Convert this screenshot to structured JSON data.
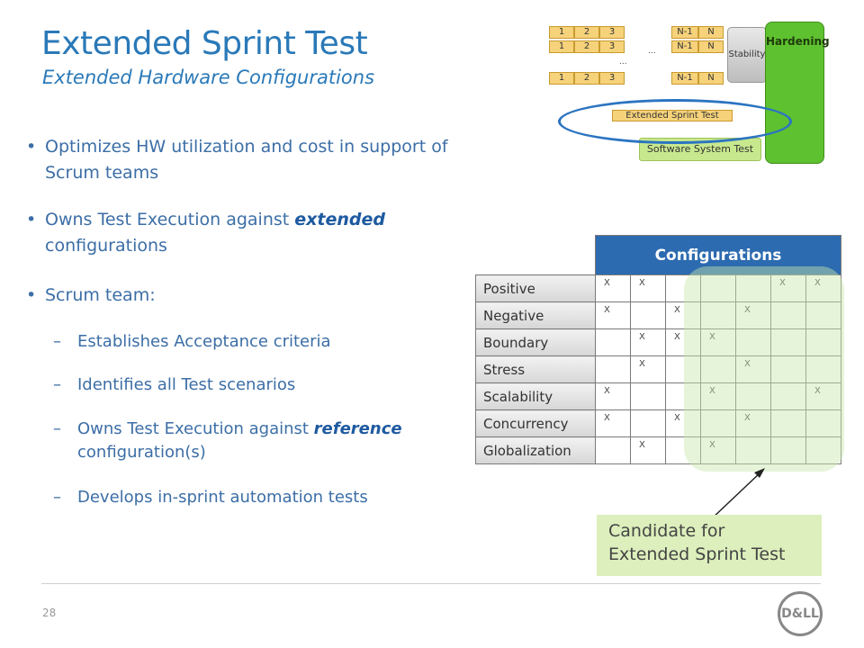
{
  "title": "Extended Sprint Test",
  "subtitle": "Extended Hardware Configurations",
  "bullets": [
    {
      "text": "Optimizes HW utilization and cost in support of Scrum teams"
    },
    {
      "pre": "Owns Test Execution against ",
      "emph": "extended",
      "post": " configurations"
    },
    {
      "text": "Scrum team:"
    }
  ],
  "sub_bullets": [
    {
      "text": "Establishes Acceptance criteria"
    },
    {
      "text": "Identifies all Test scenarios"
    },
    {
      "pre": "Owns Test Execution against ",
      "emph": "reference",
      "post": " configuration(s)"
    },
    {
      "text": "Develops in-sprint automation tests"
    }
  ],
  "diagram": {
    "sprint_labels": [
      "1",
      "2",
      "3",
      "N-1",
      "N"
    ],
    "ellipsis": "...",
    "stability": "Stability",
    "hardening": "Hardening",
    "extended_sprint_test": "Extended Sprint Test",
    "software_system_test": "Software System Test"
  },
  "table": {
    "header": "Configurations",
    "rows": [
      {
        "label": "Positive",
        "cells": [
          "X",
          "X",
          "",
          "",
          "",
          "X",
          "X"
        ]
      },
      {
        "label": "Negative",
        "cells": [
          "X",
          "",
          "X",
          "",
          "X",
          "",
          ""
        ]
      },
      {
        "label": "Boundary",
        "cells": [
          "",
          "X",
          "X",
          "X",
          "",
          "",
          ""
        ]
      },
      {
        "label": "Stress",
        "cells": [
          "",
          "X",
          "",
          "",
          "X",
          "",
          ""
        ]
      },
      {
        "label": "Scalability",
        "cells": [
          "X",
          "",
          "",
          "X",
          "",
          "",
          "X"
        ]
      },
      {
        "label": "Concurrency",
        "cells": [
          "X",
          "",
          "X",
          "",
          "X",
          "",
          ""
        ]
      },
      {
        "label": "Globalization",
        "cells": [
          "",
          "X",
          "",
          "X",
          "",
          "",
          ""
        ]
      }
    ]
  },
  "callout": {
    "line1": "Candidate for",
    "line2": "Extended Sprint Test"
  },
  "page_number": "28",
  "logo_text": "D&LL"
}
